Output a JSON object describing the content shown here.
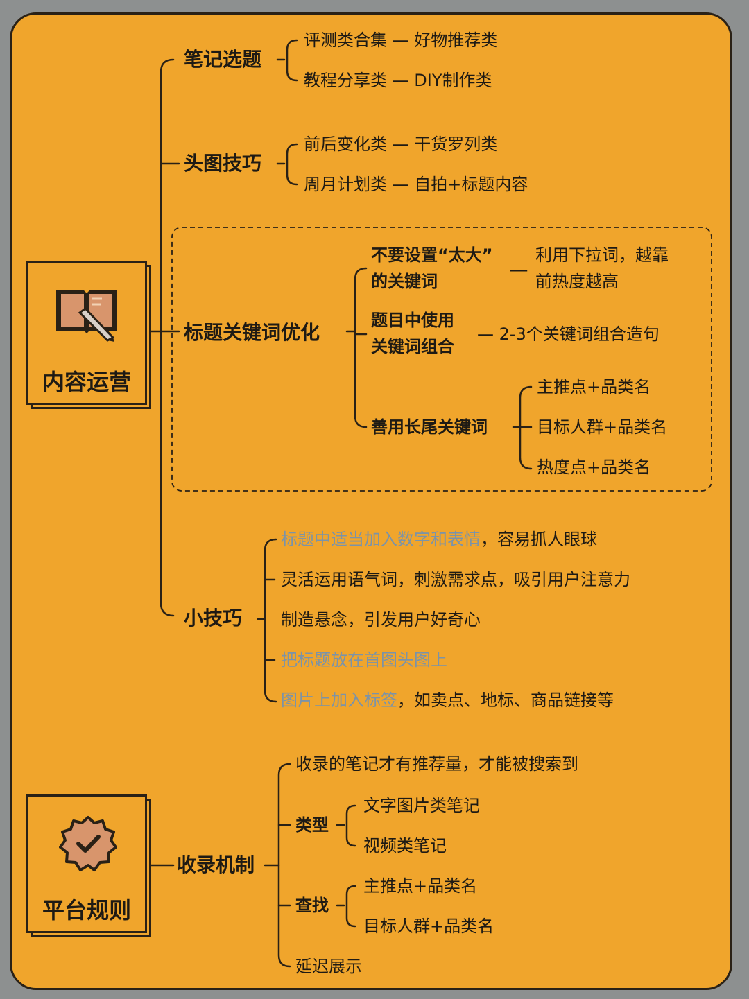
{
  "colors": {
    "background": "#8d9090",
    "card": "#f0a52c",
    "ink": "#1e1a14",
    "highlight_text": "#7b93a8"
  },
  "sections": {
    "content_ops": {
      "title": "内容运营",
      "icon": "open-book-pencil-icon",
      "branches": {
        "topic": {
          "label": "笔记选题",
          "items": [
            "评测类合集 — 好物推荐类",
            "教程分享类 — DIY制作类"
          ]
        },
        "cover": {
          "label": "头图技巧",
          "items": [
            "前后变化类 — 干货罗列类",
            "周月计划类 — 自拍+标题内容"
          ]
        },
        "keyword": {
          "label": "标题关键词优化",
          "sub1": {
            "label_line1": "不要设置“太大”",
            "label_line2": "的关键词",
            "connector": "__",
            "note_line1": "利用下拉词，越靠",
            "note_line2": "前热度越高"
          },
          "sub2": {
            "label_line1": "题目中使用",
            "label_line2": "关键词组合",
            "note": "— 2-3个关键词组合造句"
          },
          "sub3": {
            "label": "善用长尾关键词",
            "items": [
              "主推点+品类名",
              "目标人群+品类名",
              "热度点+品类名"
            ]
          }
        },
        "tips": {
          "label": "小技巧",
          "item1_highlight": "标题中适当加入数字和表情",
          "item1_rest": "，容易抓人眼球",
          "item2": "灵活运用语气词，刺激需求点，吸引用户注意力",
          "item3": "制造悬念，引发用户好奇心",
          "item4_highlight": "把标题放在首图头图上",
          "item5_highlight": "图片上加入标签",
          "item5_rest": "，如卖点、地标、商品链接等"
        }
      }
    },
    "platform_rules": {
      "title": "平台规则",
      "icon": "verified-badge-check-icon",
      "branch_label": "收录机制",
      "item1": "收录的笔记才有推荐量，才能被搜索到",
      "type": {
        "label": "类型",
        "items": [
          "文字图片类笔记",
          "视频类笔记"
        ]
      },
      "find": {
        "label": "查找",
        "items": [
          "主推点+品类名",
          "目标人群+品类名"
        ]
      },
      "item_last": "延迟展示"
    }
  }
}
